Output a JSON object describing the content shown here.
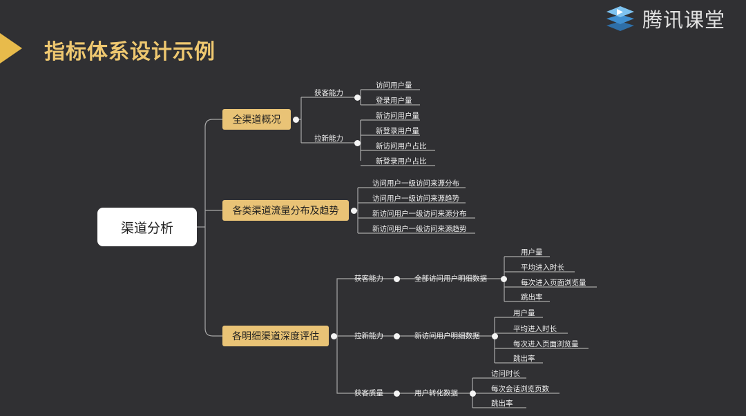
{
  "page_title": "指标体系设计示例",
  "brand": {
    "name": "腾讯课堂",
    "icon": "tencent-classroom-logo-icon"
  },
  "colors": {
    "background": "#303033",
    "accent": "#e8bb4b",
    "category_fill": "#e9c376",
    "root_fill": "#ffffff",
    "line": "#a9a9a9"
  },
  "mindmap": {
    "root": "渠道分析",
    "categories": [
      {
        "label": "全渠道概况",
        "groups": [
          {
            "label": "获客能力",
            "items": [
              "访问用户量",
              "登录用户量"
            ]
          },
          {
            "label": "拉新能力",
            "items": [
              "新访问用户量",
              "新登录用户量",
              "新访问用户占比",
              "新登录用户占比"
            ]
          }
        ]
      },
      {
        "label": "各类渠道流量分布及趋势",
        "items": [
          "访问用户一级访问来源分布",
          "访问用户一级访问来源趋势",
          "新访问用户一级访问来源分布",
          "新访问用户一级访问来源趋势"
        ]
      },
      {
        "label": "各明细渠道深度评估",
        "groups": [
          {
            "label": "获客能力",
            "sub": "全部访问用户明细数据",
            "items": [
              "用户量",
              "平均进入时长",
              "每次进入页面浏览量",
              "跳出率"
            ]
          },
          {
            "label": "拉新能力",
            "sub": "新访问用户明细数据",
            "items": [
              "用户量",
              "平均进入时长",
              "每次进入页面浏览量",
              "跳出率"
            ]
          },
          {
            "label": "获客质量",
            "sub": "用户转化数据",
            "items": [
              "访问时长",
              "每次会话浏览页数",
              "跳出率"
            ]
          }
        ]
      }
    ]
  }
}
